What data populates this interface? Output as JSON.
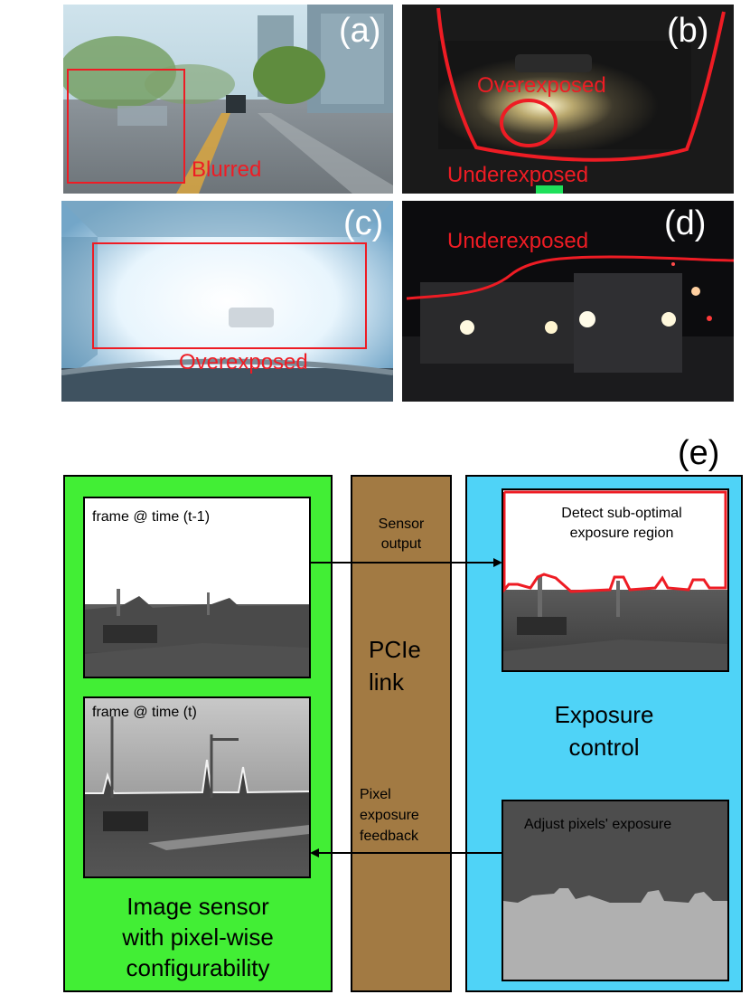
{
  "panels": {
    "a": {
      "letter": "(a)",
      "annotation": "Blurred"
    },
    "b": {
      "letter": "(b)",
      "annotation_top": "Overexposed",
      "annotation_bottom": "Underexposed"
    },
    "c": {
      "letter": "(c)",
      "annotation": "Overexposed"
    },
    "d": {
      "letter": "(d)",
      "annotation": "Underexposed"
    },
    "e": {
      "letter": "(e)"
    }
  },
  "diagram": {
    "sensor_block": {
      "frame_prev_label": "frame @ time (t-1)",
      "frame_curr_label": "frame @ time (t)",
      "title_lines": [
        "Image sensor",
        "with pixel-wise",
        "configurability"
      ]
    },
    "link_block": {
      "sensor_output_lines": [
        "Sensor",
        "output"
      ],
      "title_lines": [
        "PCIe",
        "link"
      ],
      "feedback_lines": [
        "Pixel",
        "exposure",
        "feedback"
      ]
    },
    "control_block": {
      "detect_lines": [
        "Detect sub-optimal",
        "exposure region"
      ],
      "title_lines": [
        "Exposure",
        "control"
      ],
      "adjust_label": "Adjust pixels' exposure"
    }
  },
  "colors": {
    "annotation_red": "#ee1c24",
    "sensor_green": "#42ee35",
    "link_brown": "#a27a43",
    "control_blue": "#4fd3f7"
  }
}
